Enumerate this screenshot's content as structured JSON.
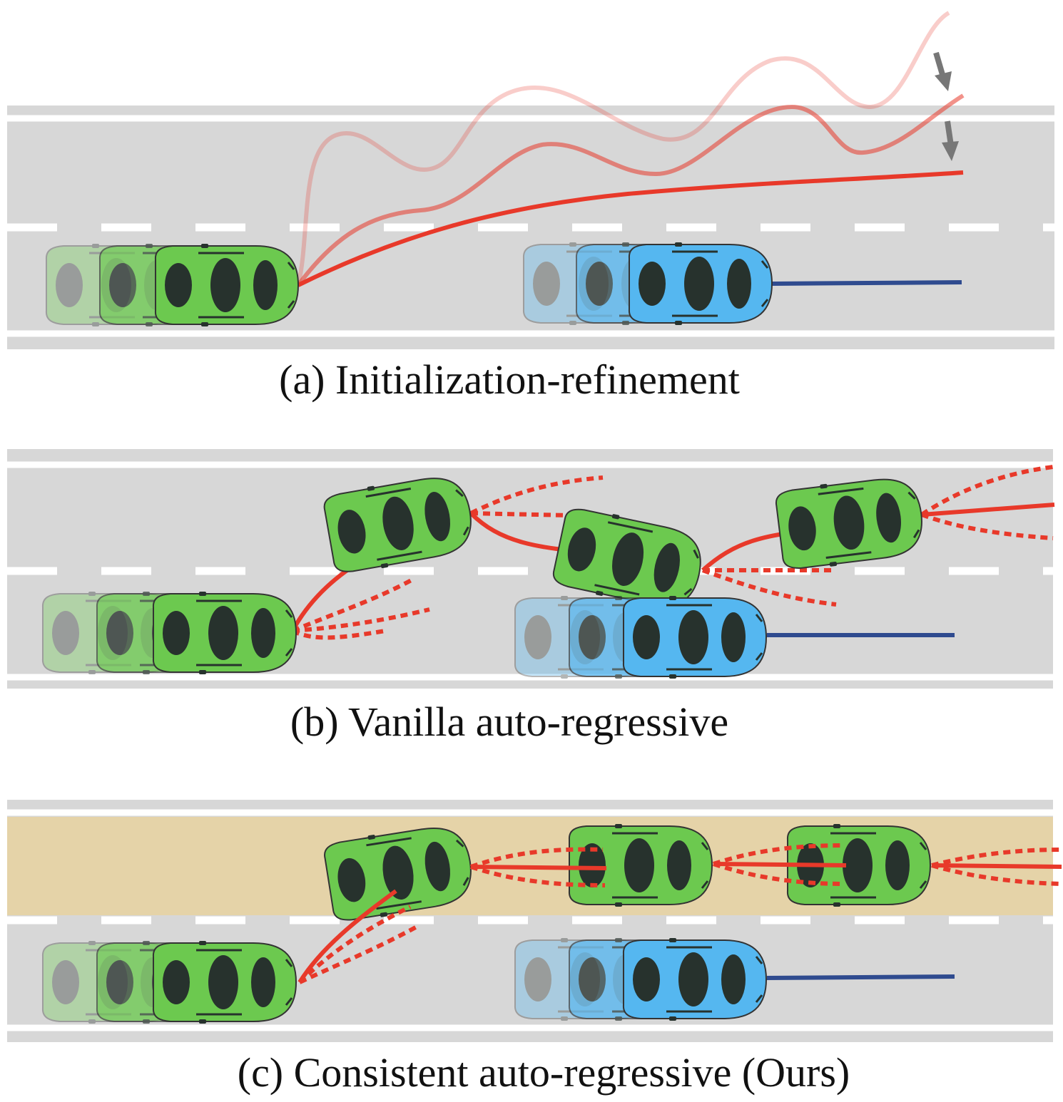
{
  "figure": {
    "panels": [
      {
        "id": "a",
        "caption": "(a) Initialization-refinement"
      },
      {
        "id": "b",
        "caption": "(b) Vanilla auto-regressive"
      },
      {
        "id": "c",
        "caption": "(c) Consistent auto-regressive (Ours)"
      }
    ]
  },
  "colors": {
    "road": "#d7d7d7",
    "lane_marking": "#ffffff",
    "ego_car": "#6cc94f",
    "other_car": "#55b7f0",
    "car_glass": "#27322d",
    "trajectory": "#e8392a",
    "other_trajectory": "#2f4b8f",
    "refine_arrow": "#777777",
    "consistent_lane": "#e5d3a8"
  }
}
